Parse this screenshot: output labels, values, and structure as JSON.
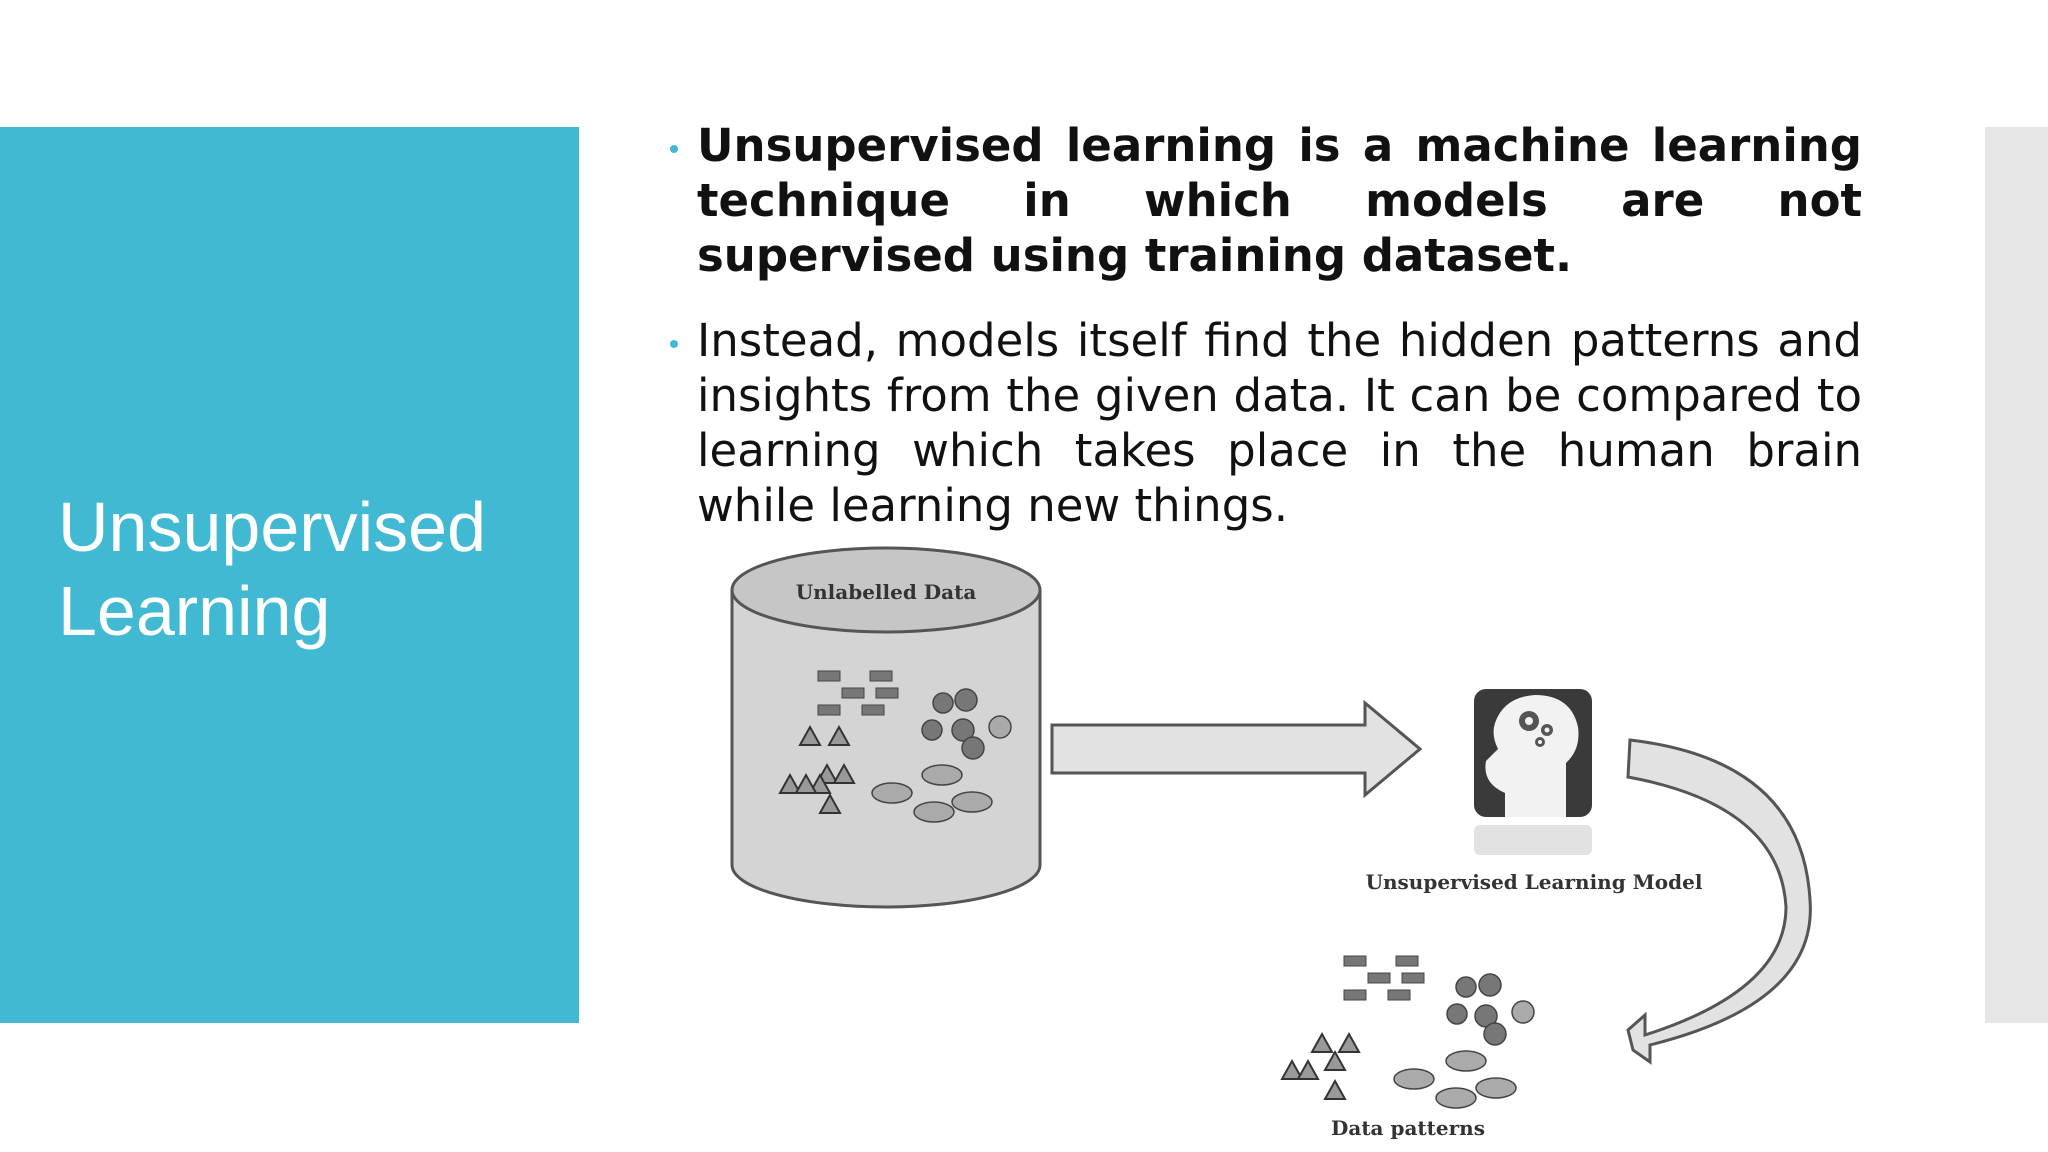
{
  "slide": {
    "title": "Unsupervised Learning",
    "bullets": [
      "Unsupervised learning is a machine learning technique in which models are not supervised using training dataset.",
      "Instead, models itself find the hidden patterns and insights from the given data. It can be compared to learning which takes place in the human brain while learning new things."
    ]
  },
  "diagram": {
    "data_label": "Unlabelled Data",
    "model_label": "Unsupervised Learning Model",
    "patterns_label": "Data patterns"
  },
  "colors": {
    "accent": "#41b9d3",
    "side_strip": "#e6e6e6",
    "shape_fill": "#888888"
  }
}
